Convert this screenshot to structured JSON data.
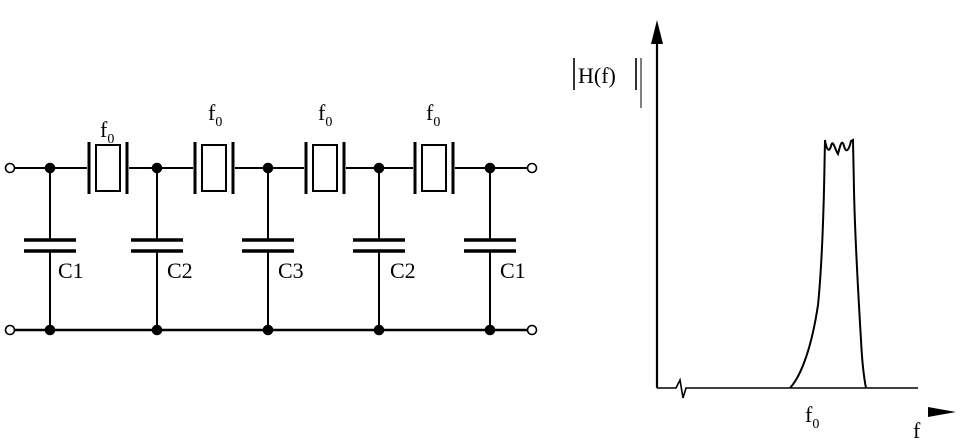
{
  "circuit": {
    "crystals": [
      {
        "label": "f",
        "subscript": "0"
      },
      {
        "label": "f",
        "subscript": "0"
      },
      {
        "label": "f",
        "subscript": "0"
      },
      {
        "label": "f",
        "subscript": "0"
      }
    ],
    "capacitors": [
      {
        "label": "C1"
      },
      {
        "label": "C2"
      },
      {
        "label": "C3"
      },
      {
        "label": "C2"
      },
      {
        "label": "C1"
      }
    ]
  },
  "response_plot": {
    "y_label": "H(f)",
    "x_label": "f",
    "tick_label": "f",
    "tick_subscript": "0"
  },
  "colors": {
    "ink": "#000000",
    "background": "#ffffff"
  }
}
